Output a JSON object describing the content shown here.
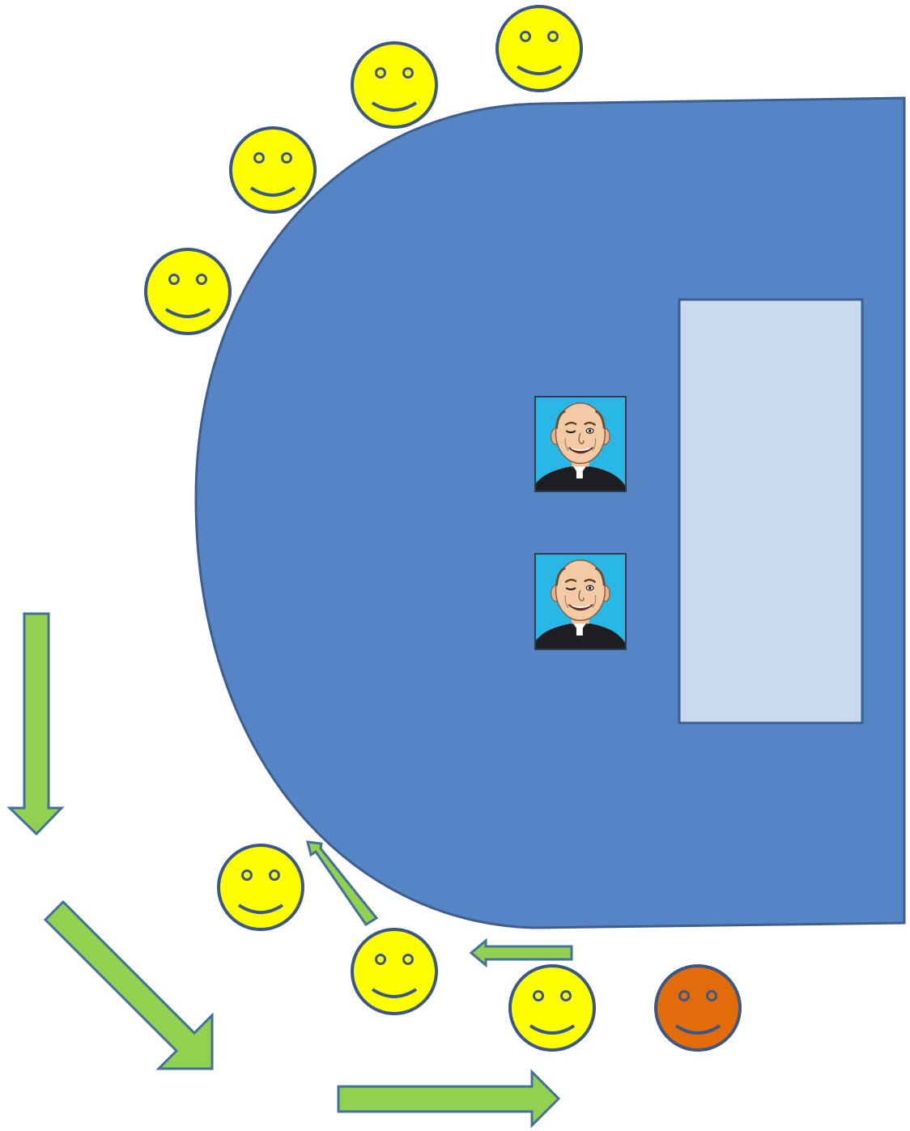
{
  "diagram": {
    "colors": {
      "altar_rail": "#5585c5",
      "altar_rail_stroke": "#3d5f8f",
      "altar": "#c9d9ef",
      "smiley_yellow": "#ffff00",
      "smiley_orange": "#e36c0a",
      "outline": "#3b5787",
      "arrow_fill": "#92d050",
      "arrow_stroke": "#41719c",
      "priest_bg": "#29b7e6"
    },
    "altar_rail": {
      "icon": "half-rounded-rail-shape"
    },
    "altar": {
      "icon": "rectangle-altar"
    },
    "priests": [
      {
        "icon": "priest-portrait-icon"
      },
      {
        "icon": "priest-portrait-icon"
      }
    ],
    "people_kneeling": [
      {
        "icon": "smiley-face-icon",
        "color": "yellow"
      },
      {
        "icon": "smiley-face-icon",
        "color": "yellow"
      },
      {
        "icon": "smiley-face-icon",
        "color": "yellow"
      },
      {
        "icon": "smiley-face-icon",
        "color": "yellow"
      }
    ],
    "people_queue": [
      {
        "icon": "smiley-face-icon",
        "color": "yellow"
      },
      {
        "icon": "smiley-face-icon",
        "color": "yellow"
      },
      {
        "icon": "smiley-face-icon",
        "color": "yellow"
      },
      {
        "icon": "smiley-face-icon",
        "color": "orange"
      }
    ],
    "arrows": [
      {
        "icon": "arrow-down-icon",
        "direction": "down"
      },
      {
        "icon": "arrow-down-right-icon",
        "direction": "down-right"
      },
      {
        "icon": "arrow-right-icon",
        "direction": "right"
      },
      {
        "icon": "arrow-left-icon",
        "direction": "left"
      },
      {
        "icon": "arrow-up-left-icon",
        "direction": "up-left"
      }
    ]
  }
}
